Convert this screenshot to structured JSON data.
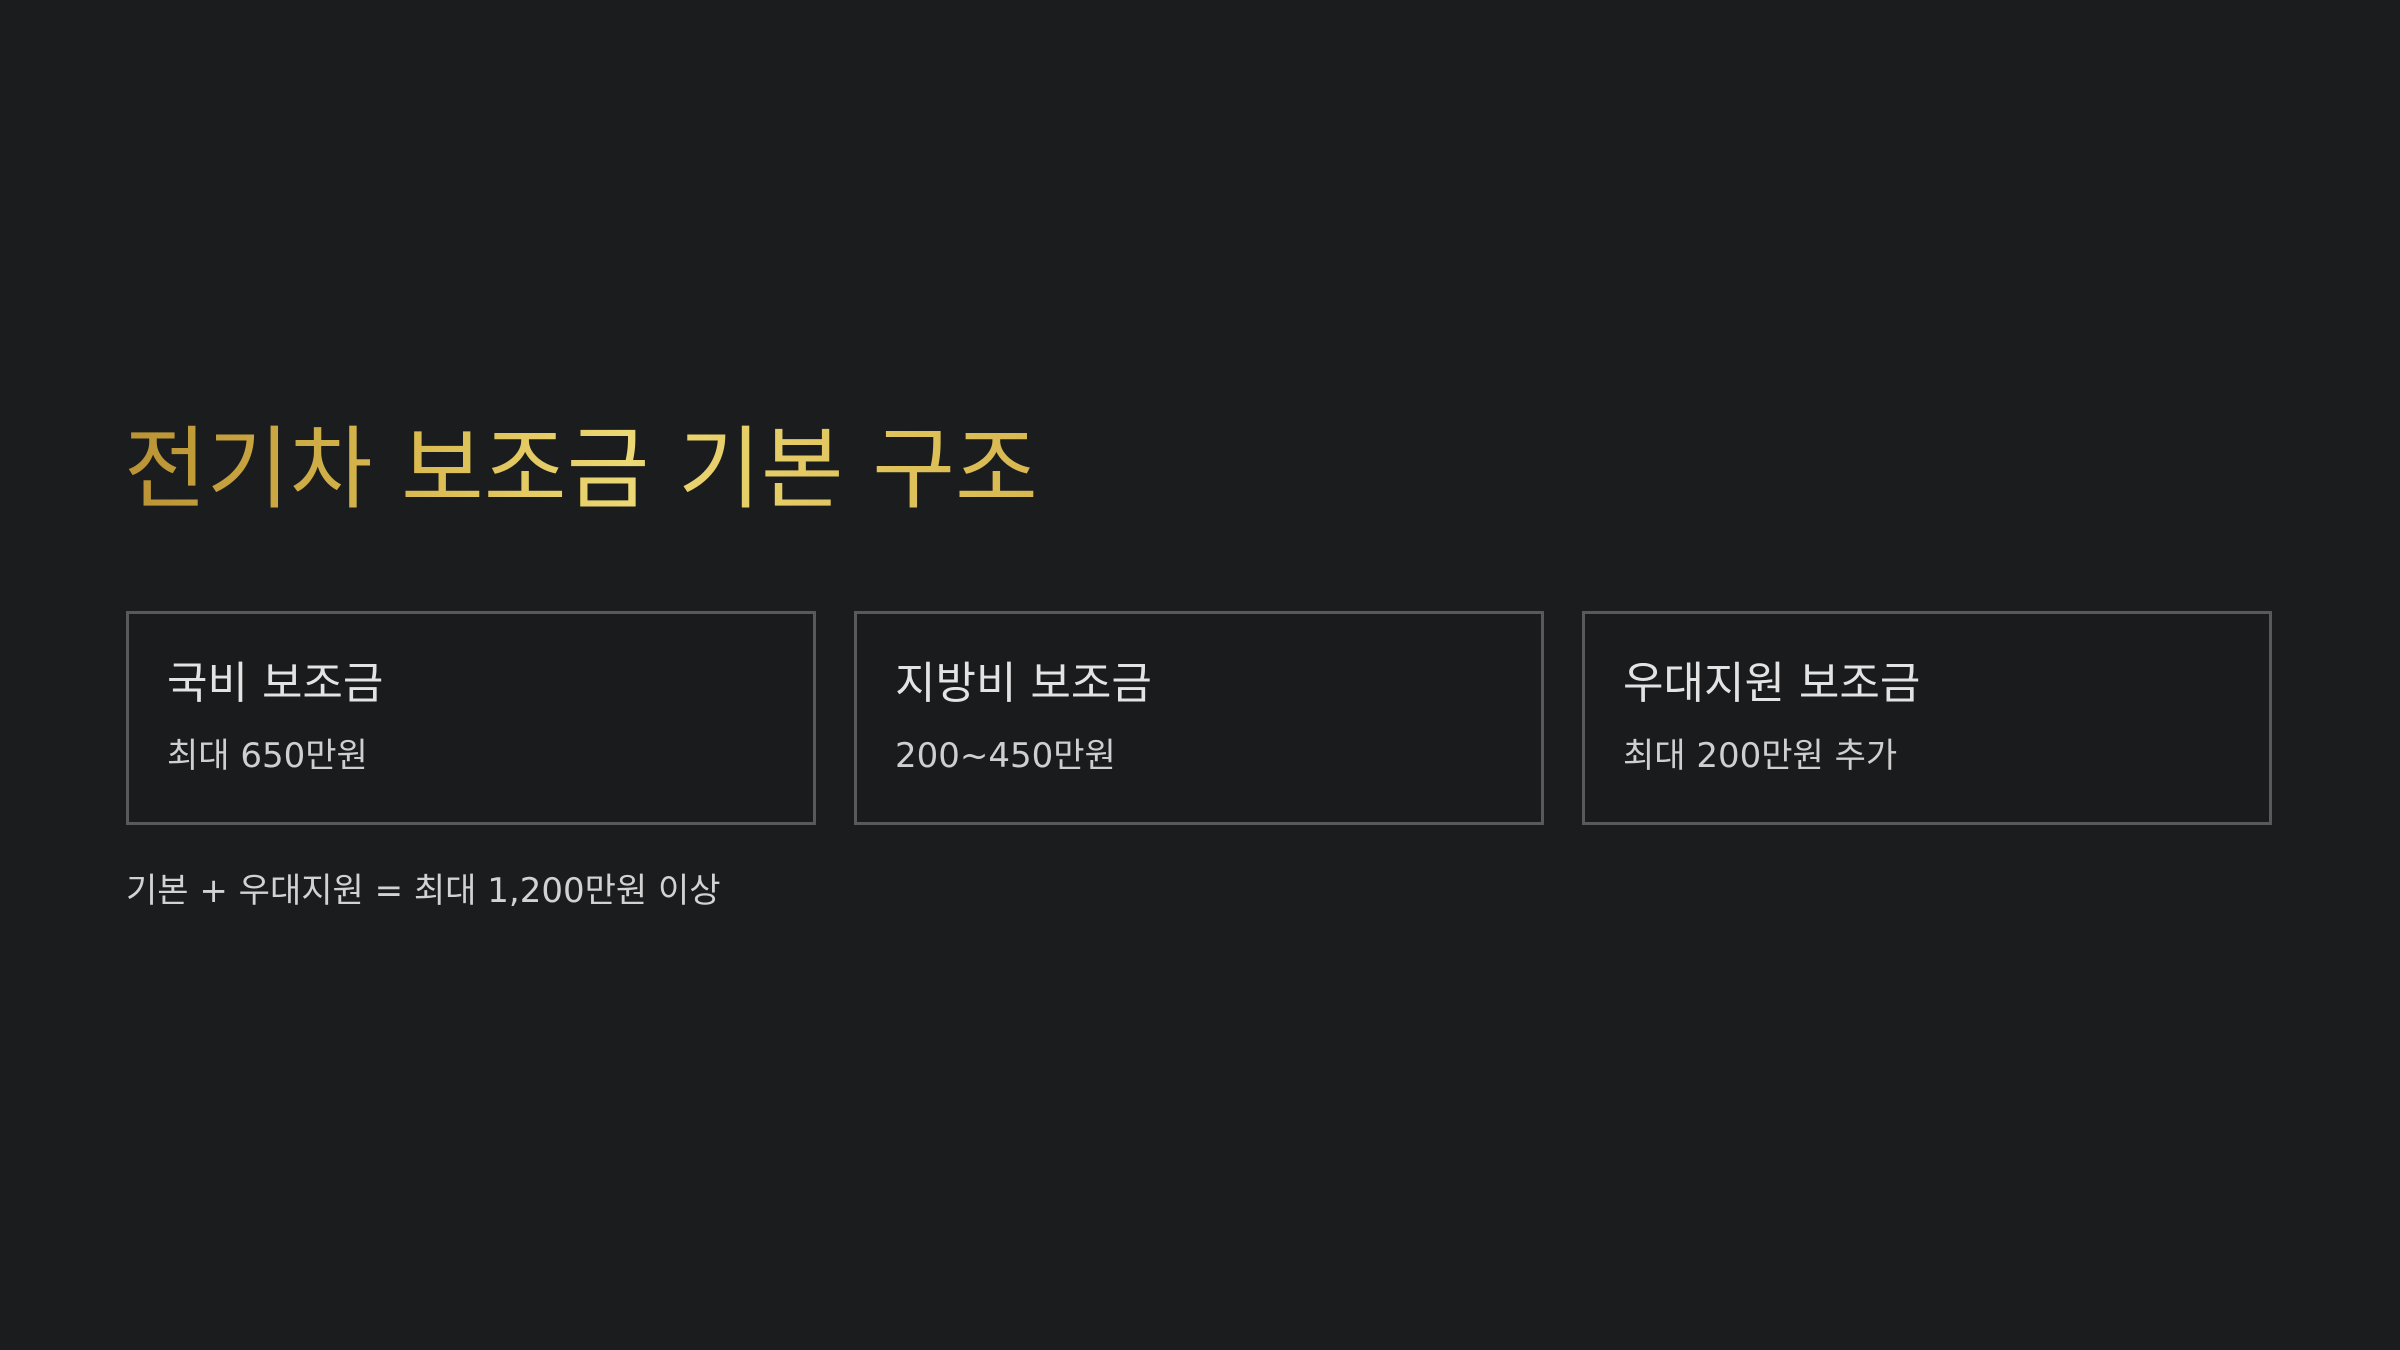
{
  "slide": {
    "title": "전기차 보조금 기본 구조",
    "cards": [
      {
        "title": "국비 보조금",
        "value": "최대 650만원"
      },
      {
        "title": "지방비 보조금",
        "value": "200~450만원"
      },
      {
        "title": "우대지원 보조금",
        "value": "최대 200만원 추가"
      }
    ],
    "summary": "기본 + 우대지원 = 최대 1,200만원 이상"
  },
  "colors": {
    "background": "#1b1c1d",
    "title_gradient": [
      "#b99234",
      "#ecd874"
    ],
    "card_border": "#58595b",
    "text": "#e3e3e3"
  }
}
